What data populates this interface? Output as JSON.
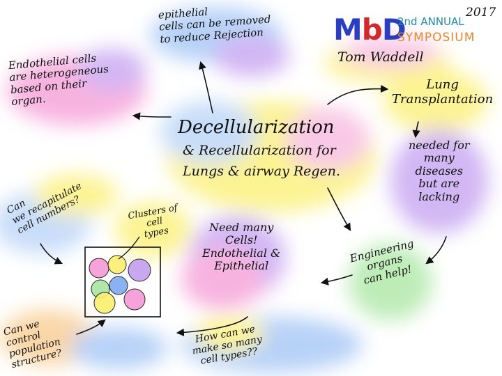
{
  "logo": {
    "m": "M",
    "b": "b",
    "d": "D",
    "annual": "2nd ANNUAL",
    "symposium": "SYMPOSIUM",
    "year": "2017"
  },
  "speaker": "Tom Waddell",
  "center_title": {
    "line1": "Decellularization",
    "line2": "& Recellularization for",
    "line3": "Lungs & airway Regen."
  },
  "notes": {
    "epithelial": "epithelial\ncells can be removed\nto reduce Rejection",
    "endothelial": "Endothelial cells\nare heterogeneous\nbased on their\norgan.",
    "lung_transplant": "Lung\nTransplantation",
    "needed": "needed for\nmany\ndiseases\nbut are\nlacking",
    "engineering": "Engineering\norgans\ncan help!",
    "need_cells": "Need many\nCells!\nEndothelial &\nEpithelial",
    "how_many": "How can we\nmake so many\ncell types??",
    "control": "Can we\ncontrol\npopulation\nstructure?",
    "recapitulate": "Can\nwe recapitulate\ncell numbers?",
    "clusters": "Clusters of\ncell\ntypes"
  },
  "colors": {
    "yellow": "#fbef6e",
    "blue": "#9fc2f5",
    "pink": "#f59ad6",
    "purple": "#c29ff0",
    "green": "#a8e6a0",
    "orange": "#f8c989"
  }
}
